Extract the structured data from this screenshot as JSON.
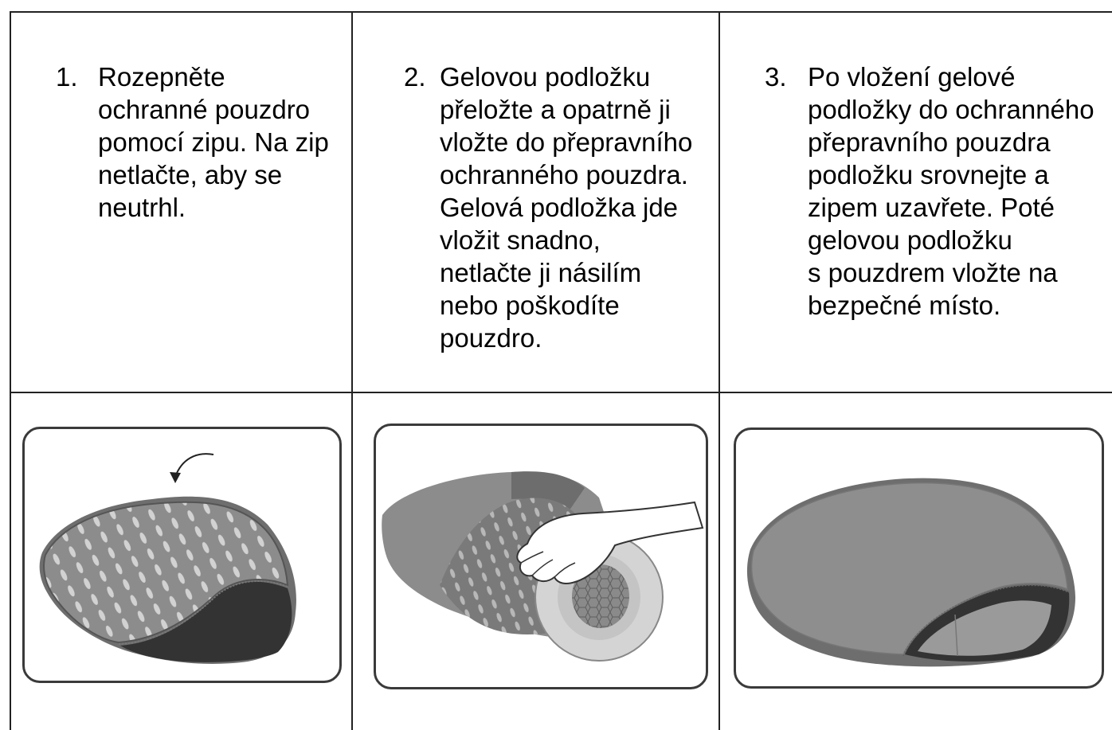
{
  "steps": [
    {
      "number": "1.",
      "lines": [
        "Rozepněte",
        "ochranné pouzdro",
        "pomocí zipu. Na zip",
        "netlačte, aby se",
        "neutrhl."
      ]
    },
    {
      "number": "2.",
      "lines": [
        "Gelovou podložku",
        "přeložte a opatrně ji",
        "vložte do přepravního",
        "ochranného pouzdra.",
        "Gelová podložka jde",
        "vložit snadno,",
        "netlačte ji násilím",
        "nebo poškodíte",
        "pouzdro."
      ]
    },
    {
      "number": "3.",
      "lines": [
        "Po vložení gelové",
        "podložky do ochranného",
        "přepravního pouzdra",
        "podložku srovnejte a",
        "zipem uzavřete. Poté",
        "gelovou podložku",
        "s pouzdrem vložte na",
        "bezpečné místo."
      ]
    }
  ],
  "colors": {
    "border": "#222222",
    "cover_gray": "#8c8c8c",
    "dark_inner": "#333333",
    "pattern_light": "#cfcfcf"
  },
  "icons": [
    "curved-arrow-icon"
  ]
}
